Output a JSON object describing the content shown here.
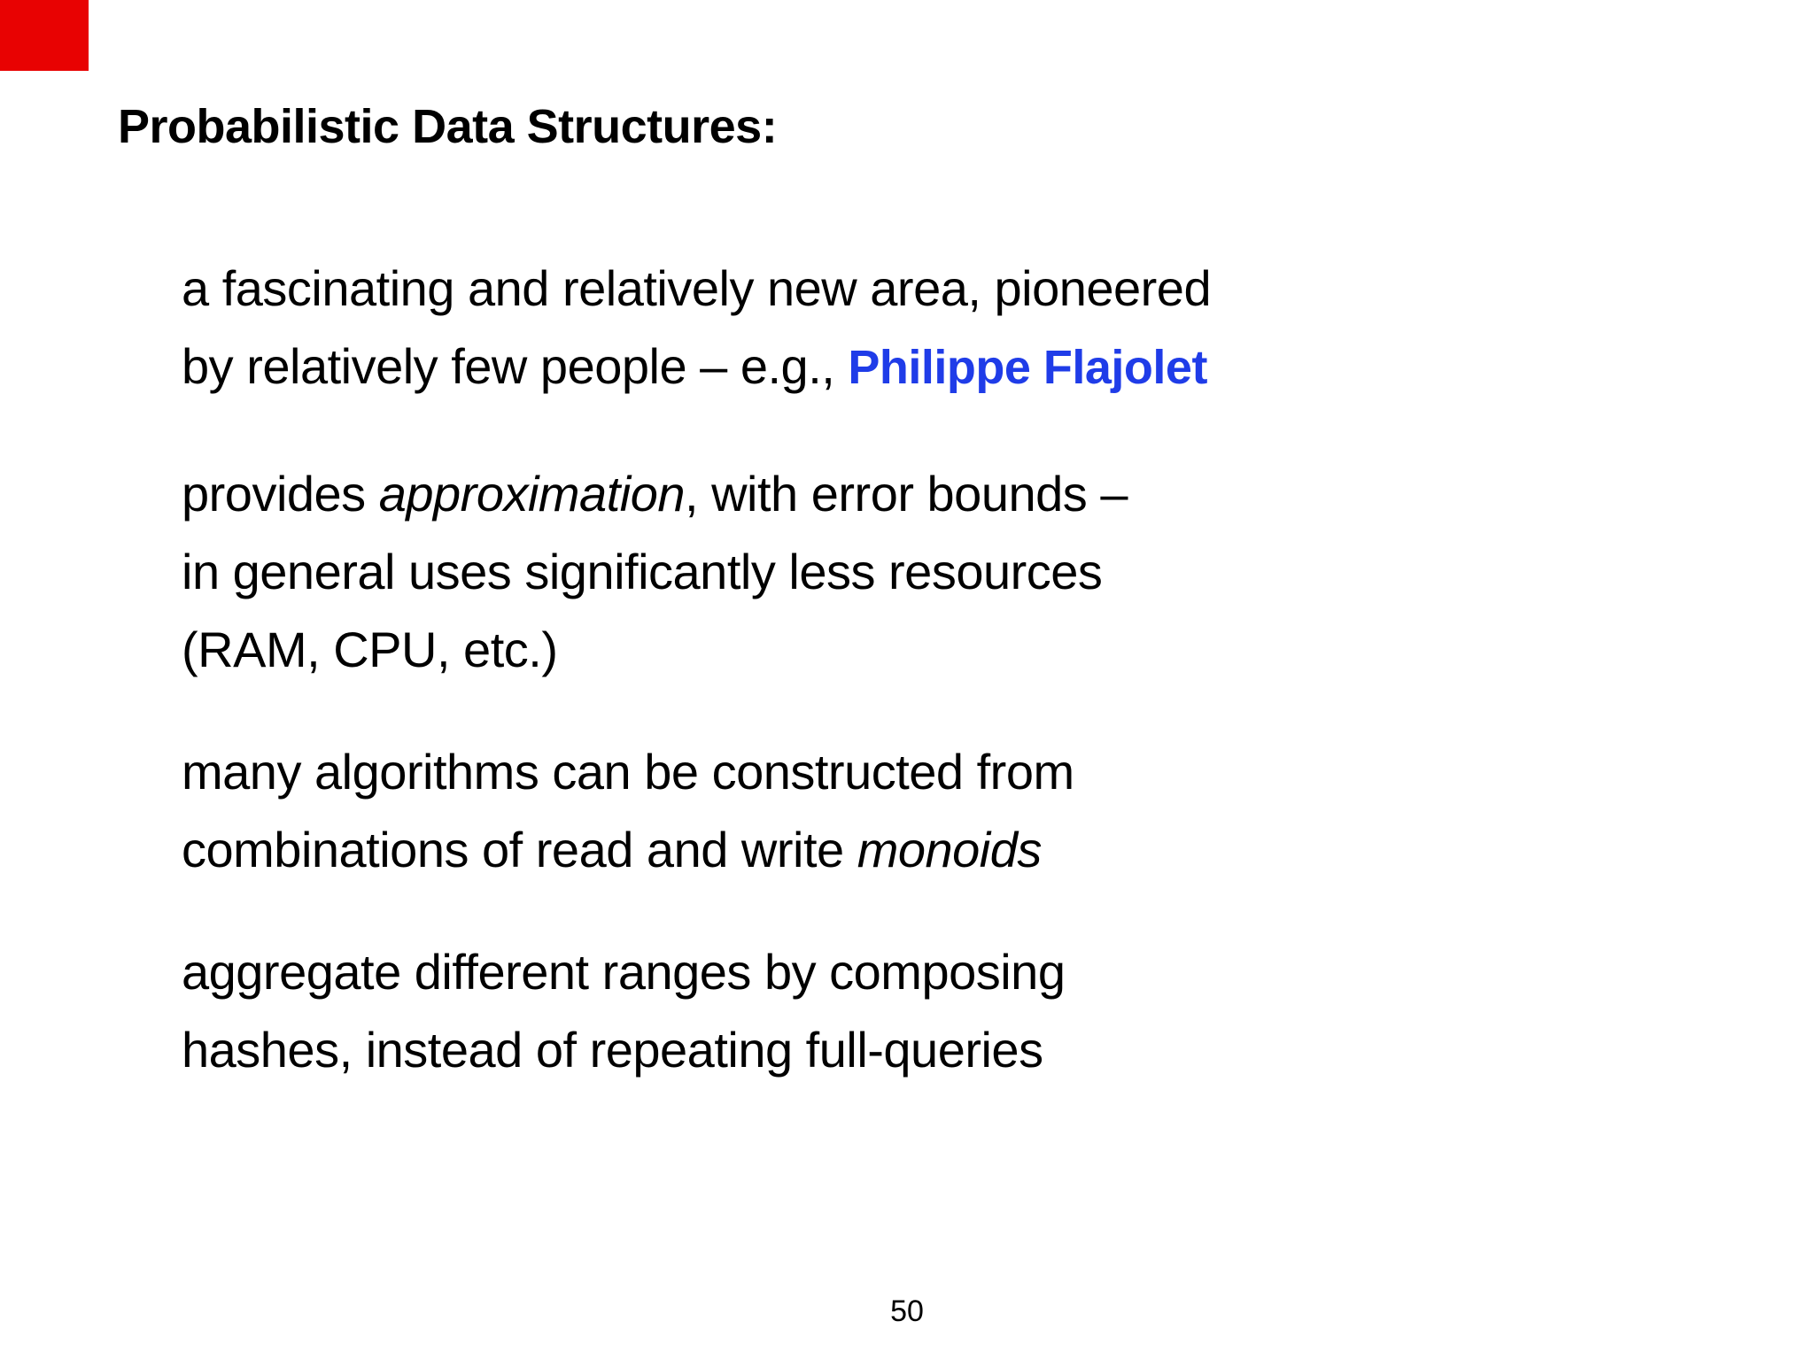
{
  "colors": {
    "background": "#ffffff",
    "text": "#000000",
    "link_blue": "#1f3ce8",
    "corner_mark_red": "#e80202"
  },
  "title": "Probabilistic Data Structures:",
  "para1": {
    "line1": "a fascinating and relatively new area, pioneered",
    "line2_prefix": "by relatively few people – e.g., ",
    "link": "Philippe Flajolet"
  },
  "para2": {
    "line1_prefix": "provides ",
    "line1_italic": "approximation",
    "line1_rest": ", with error bounds –",
    "line2": "in general uses significantly less resources",
    "line3": "(RAM, CPU, etc.)"
  },
  "para3": {
    "line1": "many algorithms can be constructed from",
    "line2_prefix": "combinations of read and write ",
    "line2_italic": "monoids"
  },
  "para4": {
    "line1": "aggregate different ranges by composing",
    "line2": "hashes, instead of repeating full-queries"
  },
  "page_number": "50"
}
